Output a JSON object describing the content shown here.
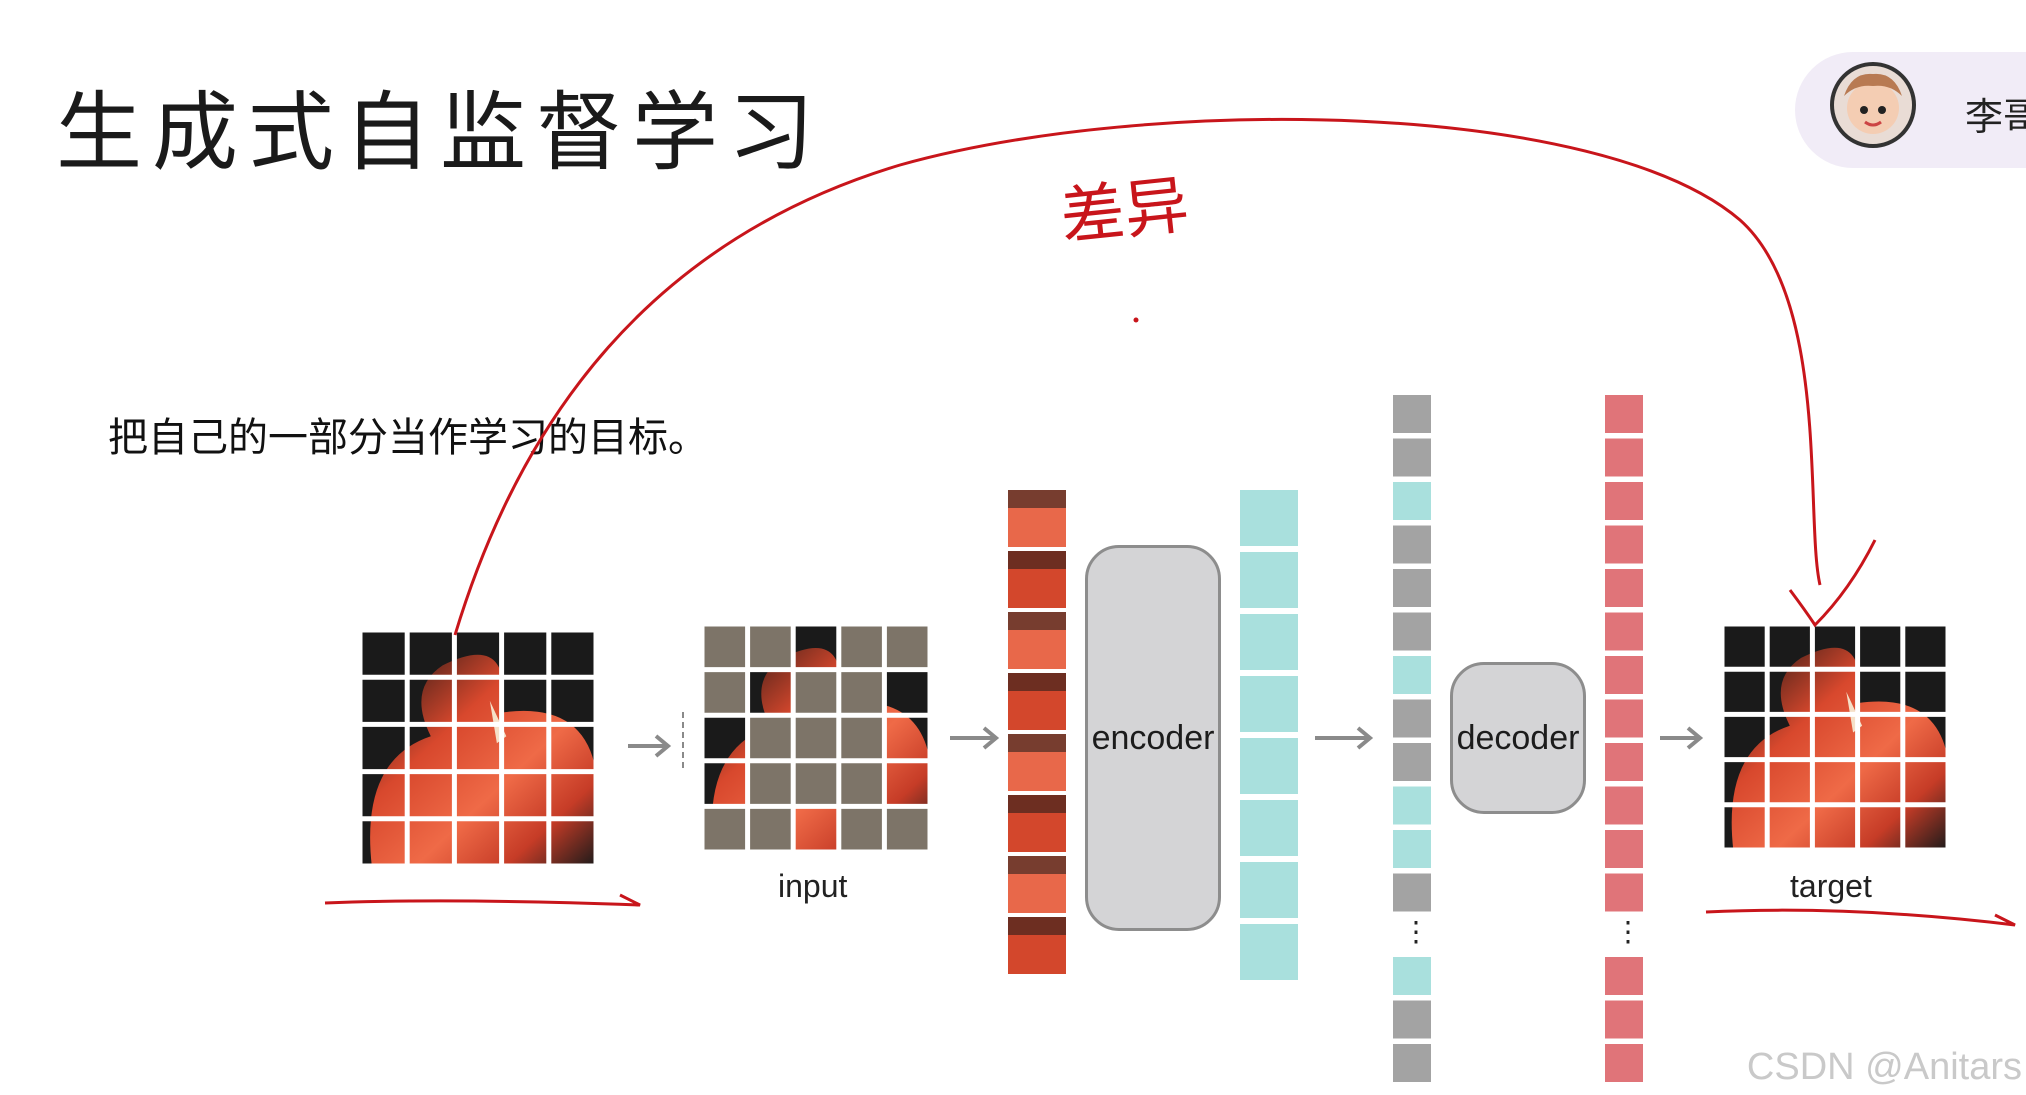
{
  "slide": {
    "title": "生成式自监督学习",
    "subtitle": "把自己的一部分当作学习的目标。"
  },
  "user": {
    "name": "李哥"
  },
  "diagram": {
    "input_label": "input",
    "encoder_label": "encoder",
    "decoder_label": "decoder",
    "target_label": "target",
    "ellipsis": "⋮",
    "colors": {
      "patch_mask": "#7d7468",
      "grid_line": "#ffffff",
      "encoder_token": "#a9e0dd",
      "gray_token": "#a3a3a3",
      "decoder_token": "#e07479",
      "annotation": "#c8151b",
      "flamingo_dark": "#1a1a1a",
      "flamingo_red": "#e14d2f"
    },
    "latent_column_pattern": [
      "gray",
      "gray",
      "cyan",
      "gray",
      "gray",
      "gray",
      "cyan",
      "gray",
      "gray",
      "cyan",
      "cyan",
      "gray"
    ],
    "latent_column_tail": [
      "cyan",
      "gray",
      "gray"
    ]
  },
  "annotation": {
    "handwriting": "差异"
  },
  "watermark": "CSDN @Anitars"
}
